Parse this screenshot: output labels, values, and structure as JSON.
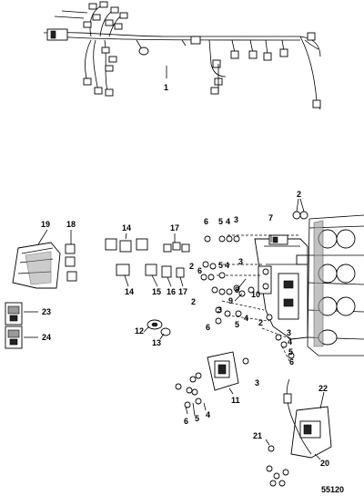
{
  "callouts": {
    "c1": "1",
    "c2a": "2",
    "c19": "19",
    "c18": "18",
    "c14a": "14",
    "c17a": "17",
    "c6a": "6",
    "c5a": "5",
    "c4a": "4",
    "c3a": "3",
    "c7": "7",
    "c2b": "2",
    "c3b": "3",
    "c5b": "5",
    "c4b": "4",
    "c8": "8",
    "c14b": "14",
    "c15": "15",
    "c16": "16",
    "c17b": "17",
    "c6b": "6",
    "c2c": "2",
    "c9": "9",
    "c10": "10",
    "c3c": "3",
    "c4c": "4",
    "c5c": "5",
    "c6c": "6",
    "c2d": "2",
    "c12": "12",
    "c13": "13",
    "c23": "23",
    "c24": "24",
    "c3d": "3",
    "c4d": "4",
    "c5d": "5",
    "c6d": "6",
    "c3e": "3",
    "c11": "11",
    "c6e": "6",
    "c5e": "5",
    "c4e": "4",
    "c22": "22",
    "c21": "21",
    "c20": "20"
  },
  "reference_number": "55120"
}
